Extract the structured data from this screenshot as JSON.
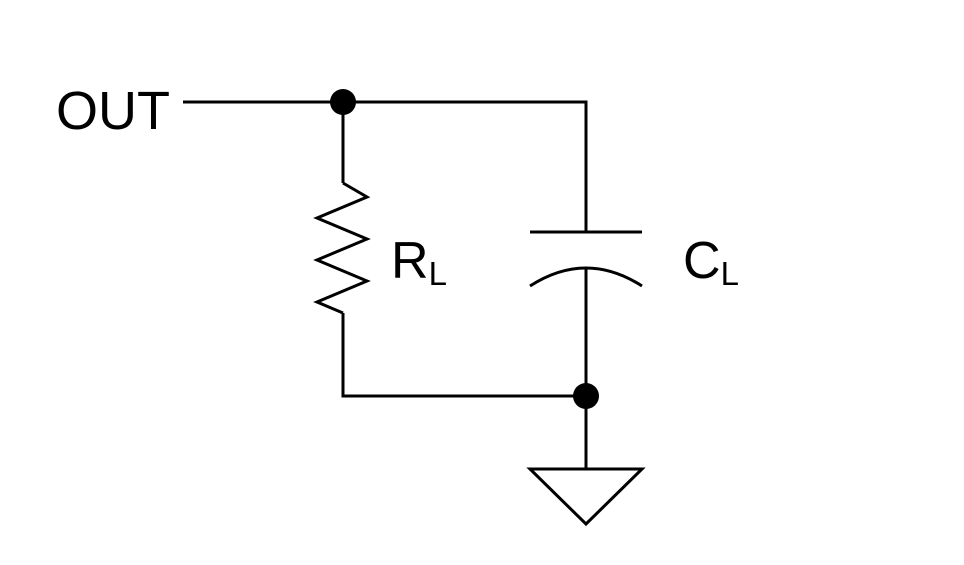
{
  "circuit": {
    "output_label": "OUT",
    "resistor": {
      "symbol": "R",
      "subscript": "L"
    },
    "capacitor": {
      "symbol": "C",
      "subscript": "L"
    },
    "ground": "ground-symbol",
    "colors": {
      "line": "#000000",
      "background": "#ffffff"
    }
  }
}
